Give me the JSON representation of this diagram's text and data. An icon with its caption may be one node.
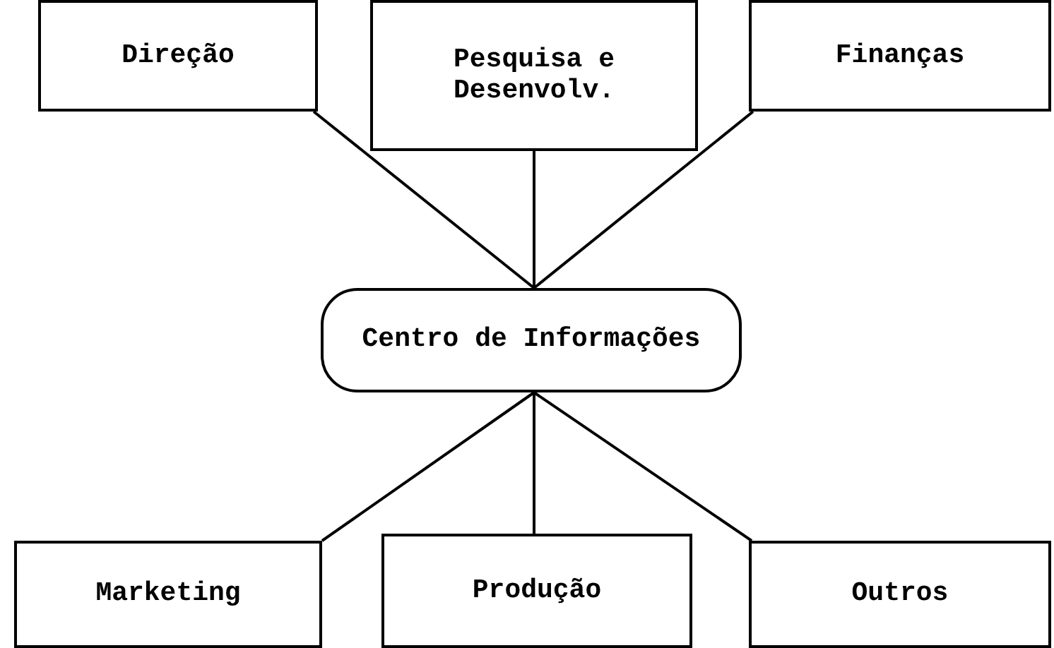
{
  "diagram": {
    "nodes": [
      {
        "text": [
          "Direção"
        ]
      },
      {
        "text": [
          "Pesquisa e Desenvolv."
        ]
      },
      {
        "text": [
          "Finanças"
        ]
      },
      {
        "text": [
          "Centro de Informações"
        ]
      },
      {
        "text": [
          "Marketing"
        ]
      },
      {
        "text": [
          "Produção"
        ]
      },
      {
        "text": [
          "Outros"
        ]
      }
    ],
    "edges": [
      {
        "from": 0,
        "to": 3,
        "arrow": "none"
      },
      {
        "from": 1,
        "to": 3,
        "arrow": "none"
      },
      {
        "from": 2,
        "to": 3,
        "arrow": "none"
      },
      {
        "from": 3,
        "to": 4,
        "arrow": "none"
      },
      {
        "from": 3,
        "to": 5,
        "arrow": "none"
      },
      {
        "from": 3,
        "to": 6,
        "arrow": "none"
      }
    ]
  }
}
